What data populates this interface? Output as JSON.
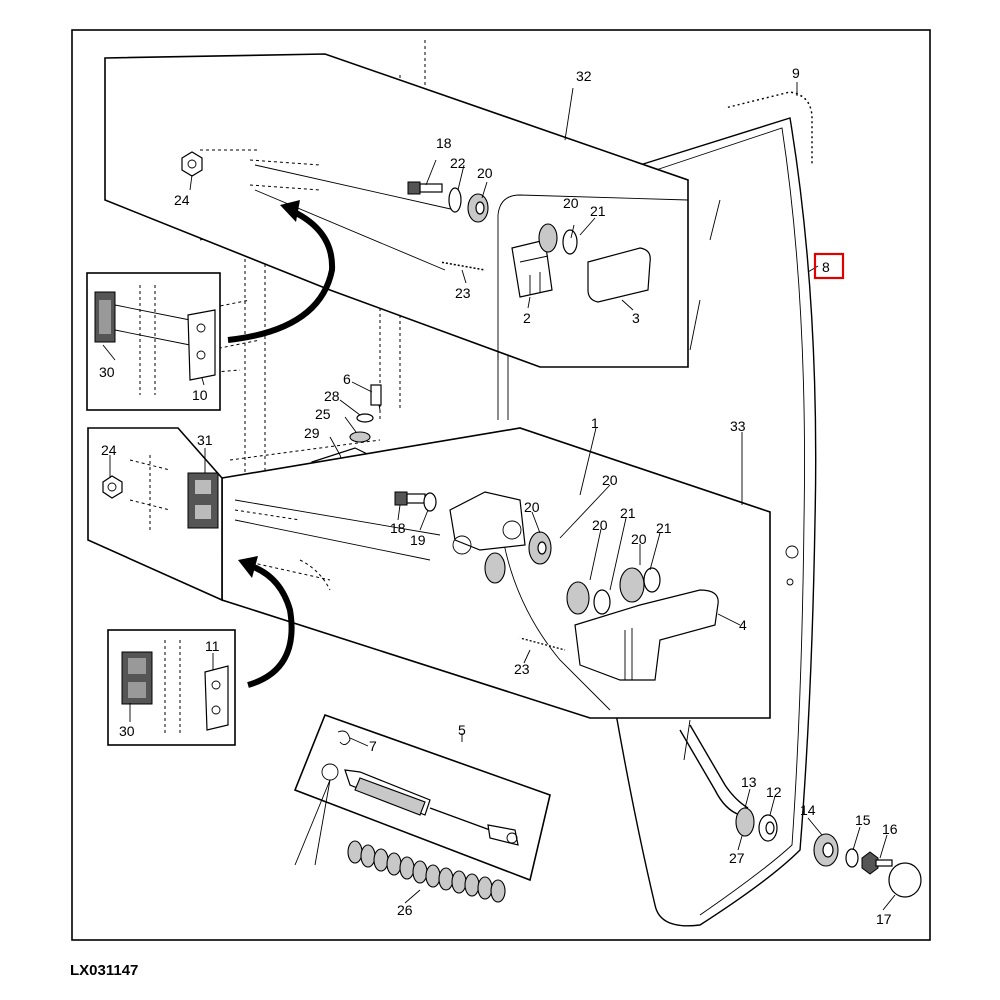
{
  "drawing_code": "LX031147",
  "highlighted_callout": "8",
  "highlight_color": "#e00000",
  "callouts": {
    "c1": "1",
    "c2": "2",
    "c3": "3",
    "c4": "4",
    "c5": "5",
    "c6": "6",
    "c7": "7",
    "c8": "8",
    "c9": "9",
    "c10": "10",
    "c11": "11",
    "c12": "12",
    "c13": "13",
    "c14": "14",
    "c15": "15",
    "c16": "16",
    "c17": "17",
    "c18": "18",
    "c19": "19",
    "c20": "20",
    "c21": "21",
    "c22": "22",
    "c23": "23",
    "c24": "24",
    "c25": "25",
    "c26": "26",
    "c27": "27",
    "c28": "28",
    "c29": "29",
    "c30": "30",
    "c31": "31",
    "c32": "32",
    "c33": "33"
  }
}
